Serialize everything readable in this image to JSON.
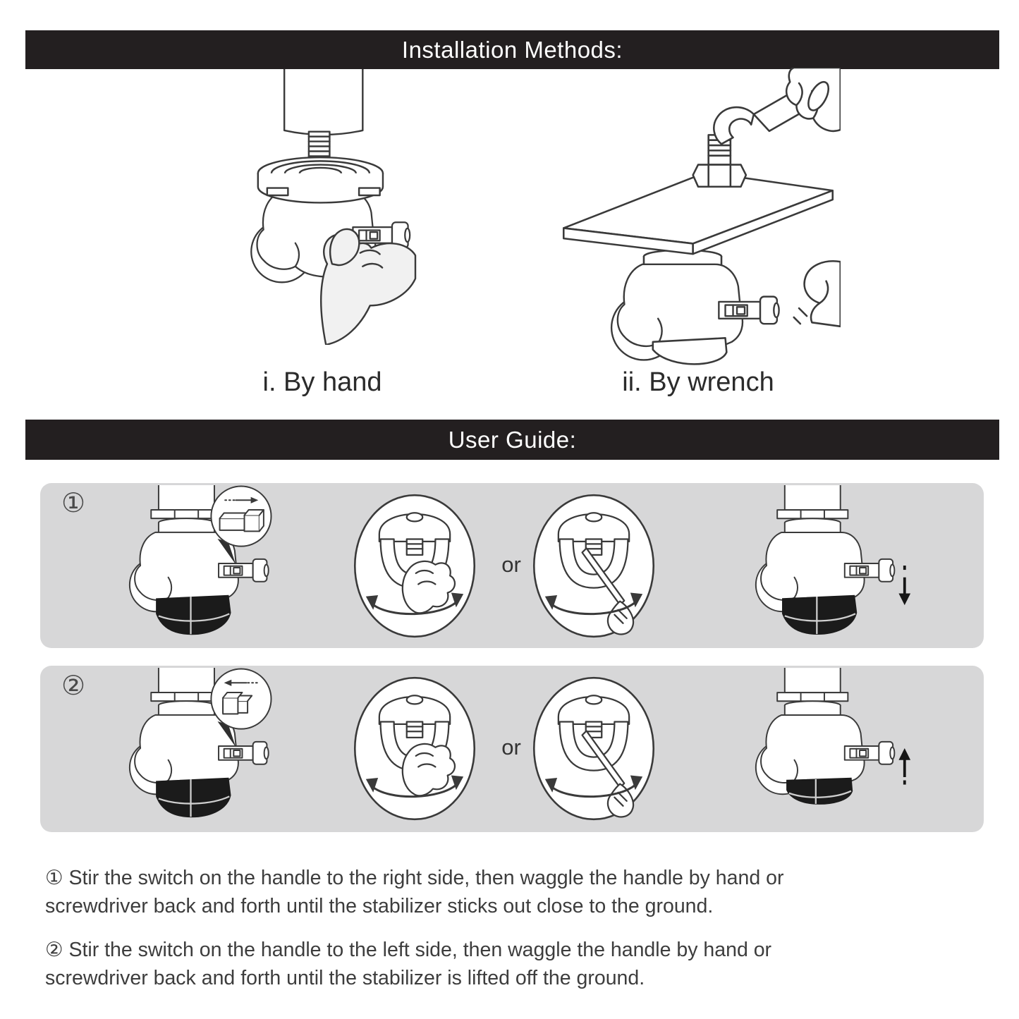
{
  "colors": {
    "page_bg": "#ffffff",
    "bar_bg": "#231f20",
    "bar_text": "#ffffff",
    "row_bg": "#d7d7d8",
    "line_ink": "#3a3a3a",
    "stabilizer_fill": "#1b1b1b",
    "hand_fill": "#f1f1f1"
  },
  "installation": {
    "title": "Installation Methods:",
    "methods": [
      {
        "caption": "i. By hand"
      },
      {
        "caption": "ii. By wrench"
      }
    ]
  },
  "user_guide": {
    "title": "User Guide:",
    "steps": [
      {
        "number": "①",
        "or_label": "or",
        "switch_direction": "right",
        "result_arrow": "down"
      },
      {
        "number": "②",
        "or_label": "or",
        "switch_direction": "left",
        "result_arrow": "up"
      }
    ]
  },
  "instructions": [
    {
      "text": "① Stir the switch on the handle to the right side, then waggle the handle by hand or\nscrewdriver back and forth until the stabilizer sticks out close to the ground."
    },
    {
      "text": "② Stir the switch on the handle to the left side, then waggle the handle by hand or\nscrewdriver back and forth until the stabilizer is lifted off the ground."
    }
  ]
}
